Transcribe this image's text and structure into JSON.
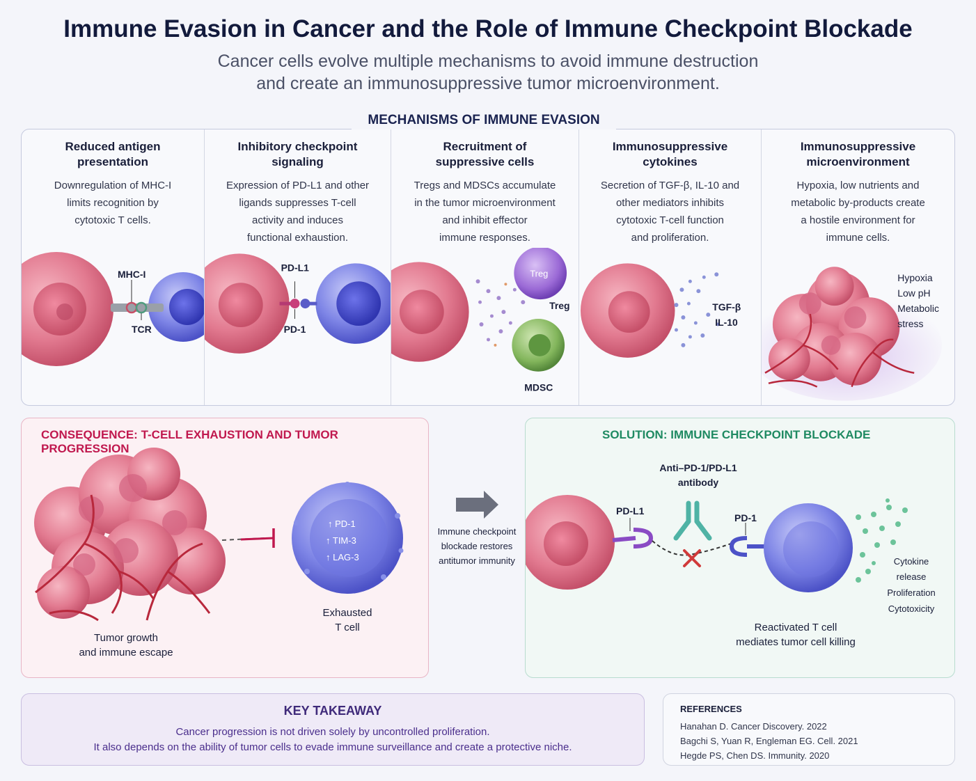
{
  "header": {
    "title": "Immune Evasion in Cancer and the Role of Immune Checkpoint Blockade",
    "subtitle_lines": [
      "Cancer cells evolve multiple mechanisms to avoid immune destruction",
      "and create an immunosuppressive tumor microenvironment."
    ]
  },
  "mechanisms": {
    "heading": "MECHANISMS OF IMMUNE EVASION",
    "items": [
      {
        "title_lines": [
          "Reduced antigen",
          "presentation"
        ],
        "text_lines": [
          "Downregulation of MHC-I",
          "limits recognition by",
          "cytotoxic T cells."
        ],
        "labels": [
          "MHC-I",
          "TCR"
        ]
      },
      {
        "title_lines": [
          "Inhibitory checkpoint",
          "signaling"
        ],
        "text_lines": [
          "Expression of PD-L1 and other",
          "ligands suppresses T-cell",
          "activity and induces",
          "functional exhaustion."
        ],
        "labels": [
          "PD-L1",
          "PD-1"
        ]
      },
      {
        "title_lines": [
          "Recruitment of",
          "suppressive cells"
        ],
        "text_lines": [
          "Tregs and MDSCs accumulate",
          "in the tumor microenvironment",
          "and inhibit effector",
          "immune responses."
        ],
        "labels": [
          "Treg",
          "Treg",
          "MDSC"
        ]
      },
      {
        "title_lines": [
          "Immunosuppressive",
          "cytokines"
        ],
        "text_lines": [
          "Secretion of TGF-β, IL-10 and",
          "other mediators inhibits",
          "cytotoxic T-cell function",
          "and proliferation."
        ],
        "labels": [
          "TGF-β",
          "IL-10"
        ]
      },
      {
        "title_lines": [
          "Immunosuppressive",
          "microenvironment"
        ],
        "text_lines": [
          "Hypoxia, low nutrients and",
          "metabolic by-products create",
          "a hostile environment for",
          "immune cells."
        ],
        "labels": [
          "Hypoxia",
          "Low pH",
          "Metabolic",
          "stress"
        ]
      }
    ]
  },
  "consequence": {
    "title": "CONSEQUENCE: T-CELL EXHAUSTION AND TUMOR PROGRESSION",
    "tumor_label_lines": [
      "Tumor growth",
      "and immune escape"
    ],
    "markers": [
      "↑ PD-1",
      "↑ TIM-3",
      "↑ LAG-3"
    ],
    "tcell_label_lines": [
      "Exhausted",
      "T cell"
    ]
  },
  "arrow_caption_lines": [
    "Immune checkpoint",
    "blockade restores",
    "antitumor immunity"
  ],
  "solution": {
    "title": "SOLUTION: IMMUNE CHECKPOINT BLOCKADE",
    "antibody_label_lines": [
      "Anti–PD-1/PD-L1",
      "antibody"
    ],
    "pdl1_label": "PD-L1",
    "pd1_label": "PD-1",
    "effects": [
      "Cytokine",
      "release",
      "Proliferation",
      "Cytotoxicity"
    ],
    "caption_lines": [
      "Reactivated T cell",
      "mediates tumor cell killing"
    ]
  },
  "takeaway": {
    "title": "KEY TAKEAWAY",
    "lines": [
      "Cancer progression is not driven solely by uncontrolled proliferation.",
      "It also depends on the ability of tumor cells to evade immune surveillance and create a protective niche."
    ]
  },
  "references": {
    "title": "REFERENCES",
    "items": [
      "Hanahan D. Cancer Discovery. 2022",
      "Bagchi S, Yuan R, Engleman EG. Cell. 2021",
      "Hegde PS, Chen DS. Immunity. 2020"
    ]
  },
  "colors": {
    "tumor": "#e0788e",
    "tcell": "#5b63d8",
    "treg": "#9a6ad4",
    "mdsc": "#7fb258",
    "antibody": "#4fb3a5",
    "vessel": "#b8283c"
  }
}
